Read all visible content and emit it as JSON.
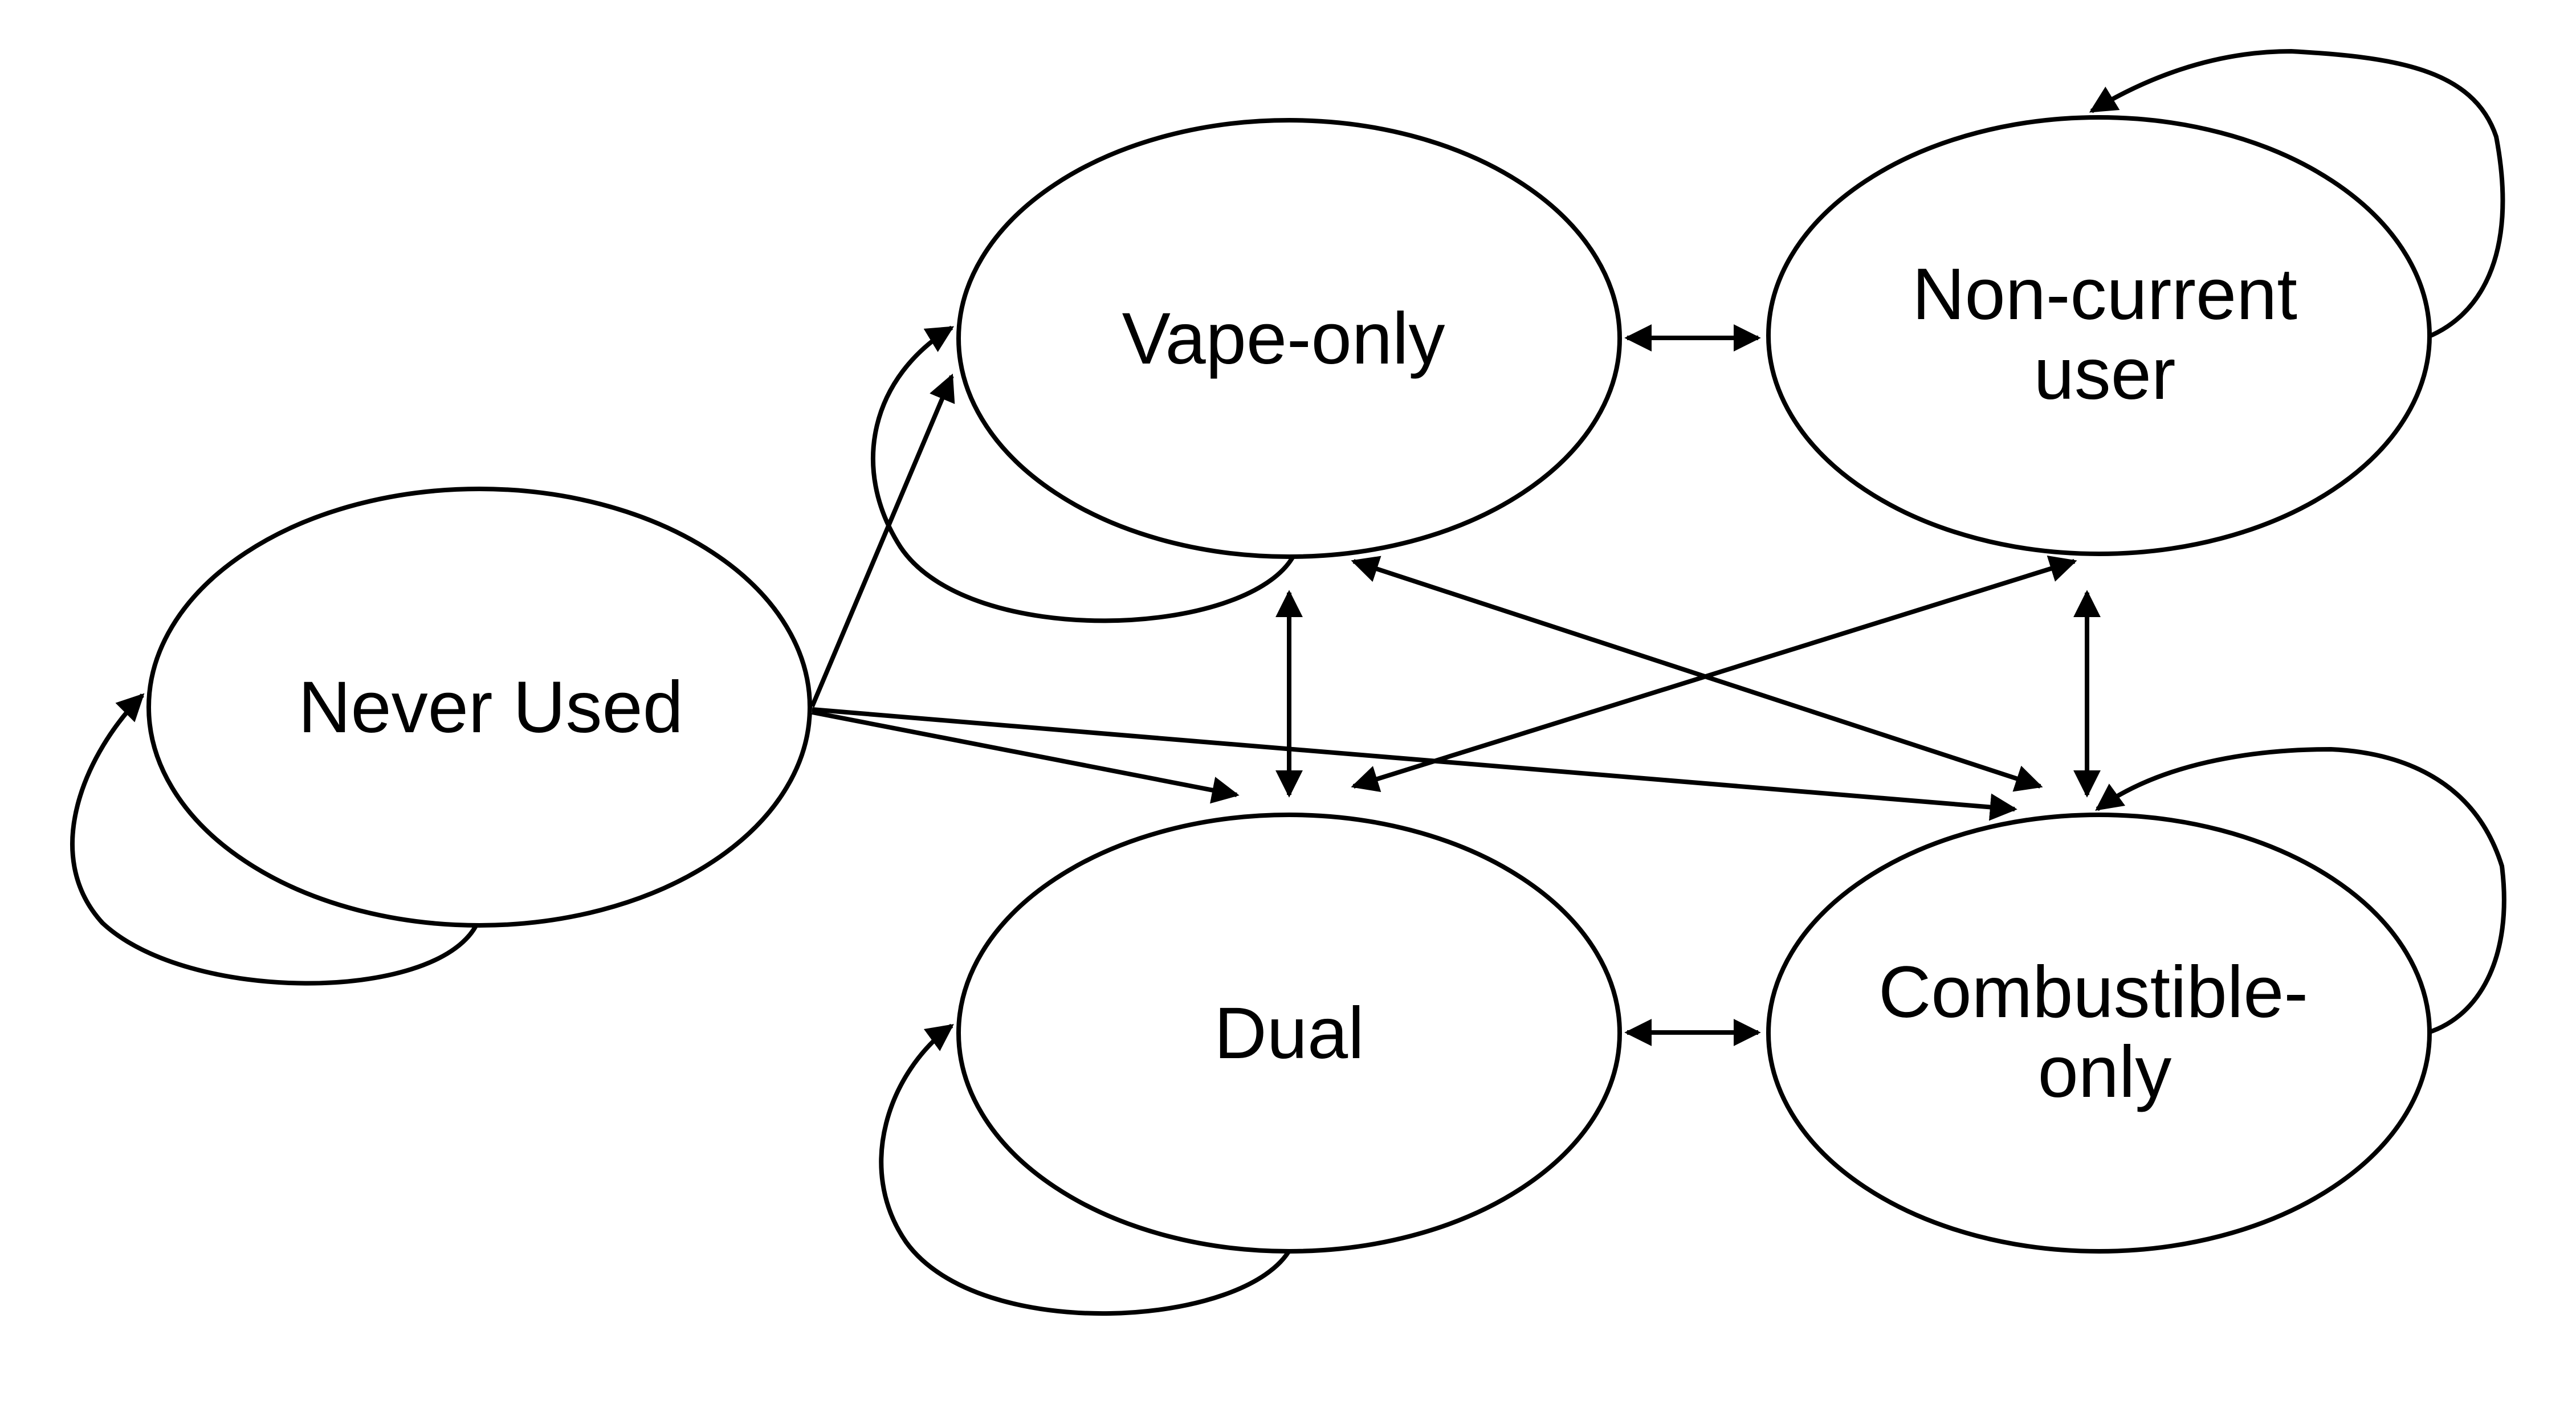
{
  "diagram": {
    "type": "state-transition",
    "nodes": [
      {
        "id": "never",
        "label_lines": [
          "Never Used"
        ]
      },
      {
        "id": "vape",
        "label_lines": [
          "Vape-only"
        ]
      },
      {
        "id": "noncurrent",
        "label_lines": [
          "Non-current",
          "user"
        ]
      },
      {
        "id": "dual",
        "label_lines": [
          "Dual"
        ]
      },
      {
        "id": "comb",
        "label_lines": [
          "Combustible-",
          "only"
        ]
      }
    ],
    "edges": [
      {
        "from": "never",
        "to": "never",
        "kind": "self-loop"
      },
      {
        "from": "never",
        "to": "vape",
        "kind": "one-way"
      },
      {
        "from": "never",
        "to": "dual",
        "kind": "one-way"
      },
      {
        "from": "never",
        "to": "comb",
        "kind": "one-way"
      },
      {
        "from": "vape",
        "to": "vape",
        "kind": "self-loop"
      },
      {
        "from": "vape",
        "to": "noncurrent",
        "kind": "two-way"
      },
      {
        "from": "vape",
        "to": "dual",
        "kind": "two-way"
      },
      {
        "from": "vape",
        "to": "comb",
        "kind": "two-way"
      },
      {
        "from": "noncurrent",
        "to": "noncurrent",
        "kind": "self-loop"
      },
      {
        "from": "noncurrent",
        "to": "comb",
        "kind": "two-way"
      },
      {
        "from": "noncurrent",
        "to": "dual",
        "kind": "two-way"
      },
      {
        "from": "dual",
        "to": "dual",
        "kind": "self-loop"
      },
      {
        "from": "dual",
        "to": "comb",
        "kind": "two-way"
      },
      {
        "from": "comb",
        "to": "comb",
        "kind": "self-loop"
      }
    ]
  }
}
